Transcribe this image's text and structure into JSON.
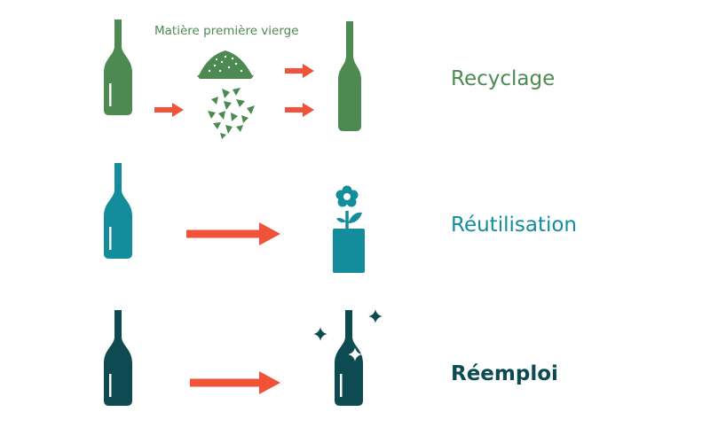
{
  "colors": {
    "green": "#4c8a52",
    "teal": "#138c9c",
    "dark_teal": "#0e4a52",
    "arrow": "#f0533a",
    "white": "#ffffff"
  },
  "rows": [
    {
      "label": "Recyclage",
      "caption": "Matière première vierge",
      "color": "green",
      "icons": [
        "bottle-icon",
        "arrow-icon",
        "sand-pile-icon",
        "glass-shards-icon",
        "arrow-icon",
        "arrow-icon",
        "bottle-icon"
      ]
    },
    {
      "label": "Réutilisation",
      "color": "teal",
      "icons": [
        "bottle-icon",
        "arrow-icon",
        "flower-vase-icon"
      ]
    },
    {
      "label": "Réemploi",
      "color": "dark_teal",
      "icons": [
        "bottle-icon",
        "arrow-icon",
        "sparkling-bottle-icon"
      ]
    }
  ]
}
